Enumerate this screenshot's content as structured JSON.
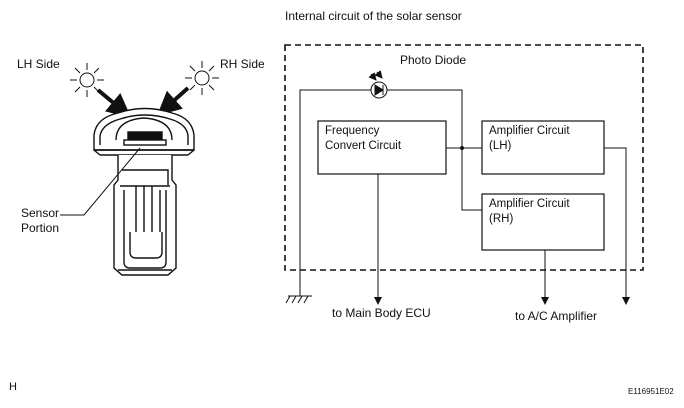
{
  "diagram": {
    "title": "Internal circuit of the solar sensor",
    "labels": {
      "lh_side": "LH Side",
      "rh_side": "RH Side",
      "sensor_portion_line1": "Sensor",
      "sensor_portion_line2": "Portion",
      "photo_diode": "Photo Diode",
      "to_main_body_ecu": "to Main Body ECU",
      "to_ac_amplifier": "to A/C Amplifier"
    },
    "blocks": {
      "freq_line1": "Frequency",
      "freq_line2": "Convert Circuit",
      "amp_lh_line1": "Amplifier Circuit",
      "amp_lh_line2": "(LH)",
      "amp_rh_line1": "Amplifier Circuit",
      "amp_rh_line2": "(RH)"
    },
    "corner_left": "H",
    "figure_code": "E116951E02"
  }
}
